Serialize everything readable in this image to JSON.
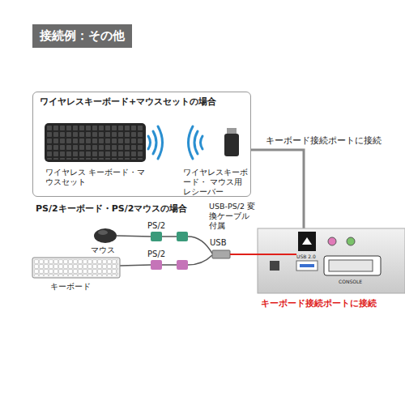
{
  "diagram": {
    "title": "接続例：その他",
    "nodes": [
      {
        "text": [
          "ワイヤレスキーボード+マウスセットの場合"
        ]
      },
      {
        "text": [
          "USB 2.0",
          "CONSOLE"
        ]
      }
    ],
    "edges": [
      {
        "from": 0,
        "to": 1,
        "label": "キーボード接続ポートに接続",
        "arrow": "none"
      }
    ],
    "labels": [
      "ワイヤレス キーボード・マウスセット",
      "ワイヤレスキーボード・ マウス用レシーバー",
      "PS/2キーボード・PS/2マウスの場合",
      "マウス",
      "PS/2",
      "キーボード",
      "PS/2",
      "USB-PS/2 変換ケーブル 付属",
      "USB",
      "キーボード接続ポートに接続"
    ]
  }
}
